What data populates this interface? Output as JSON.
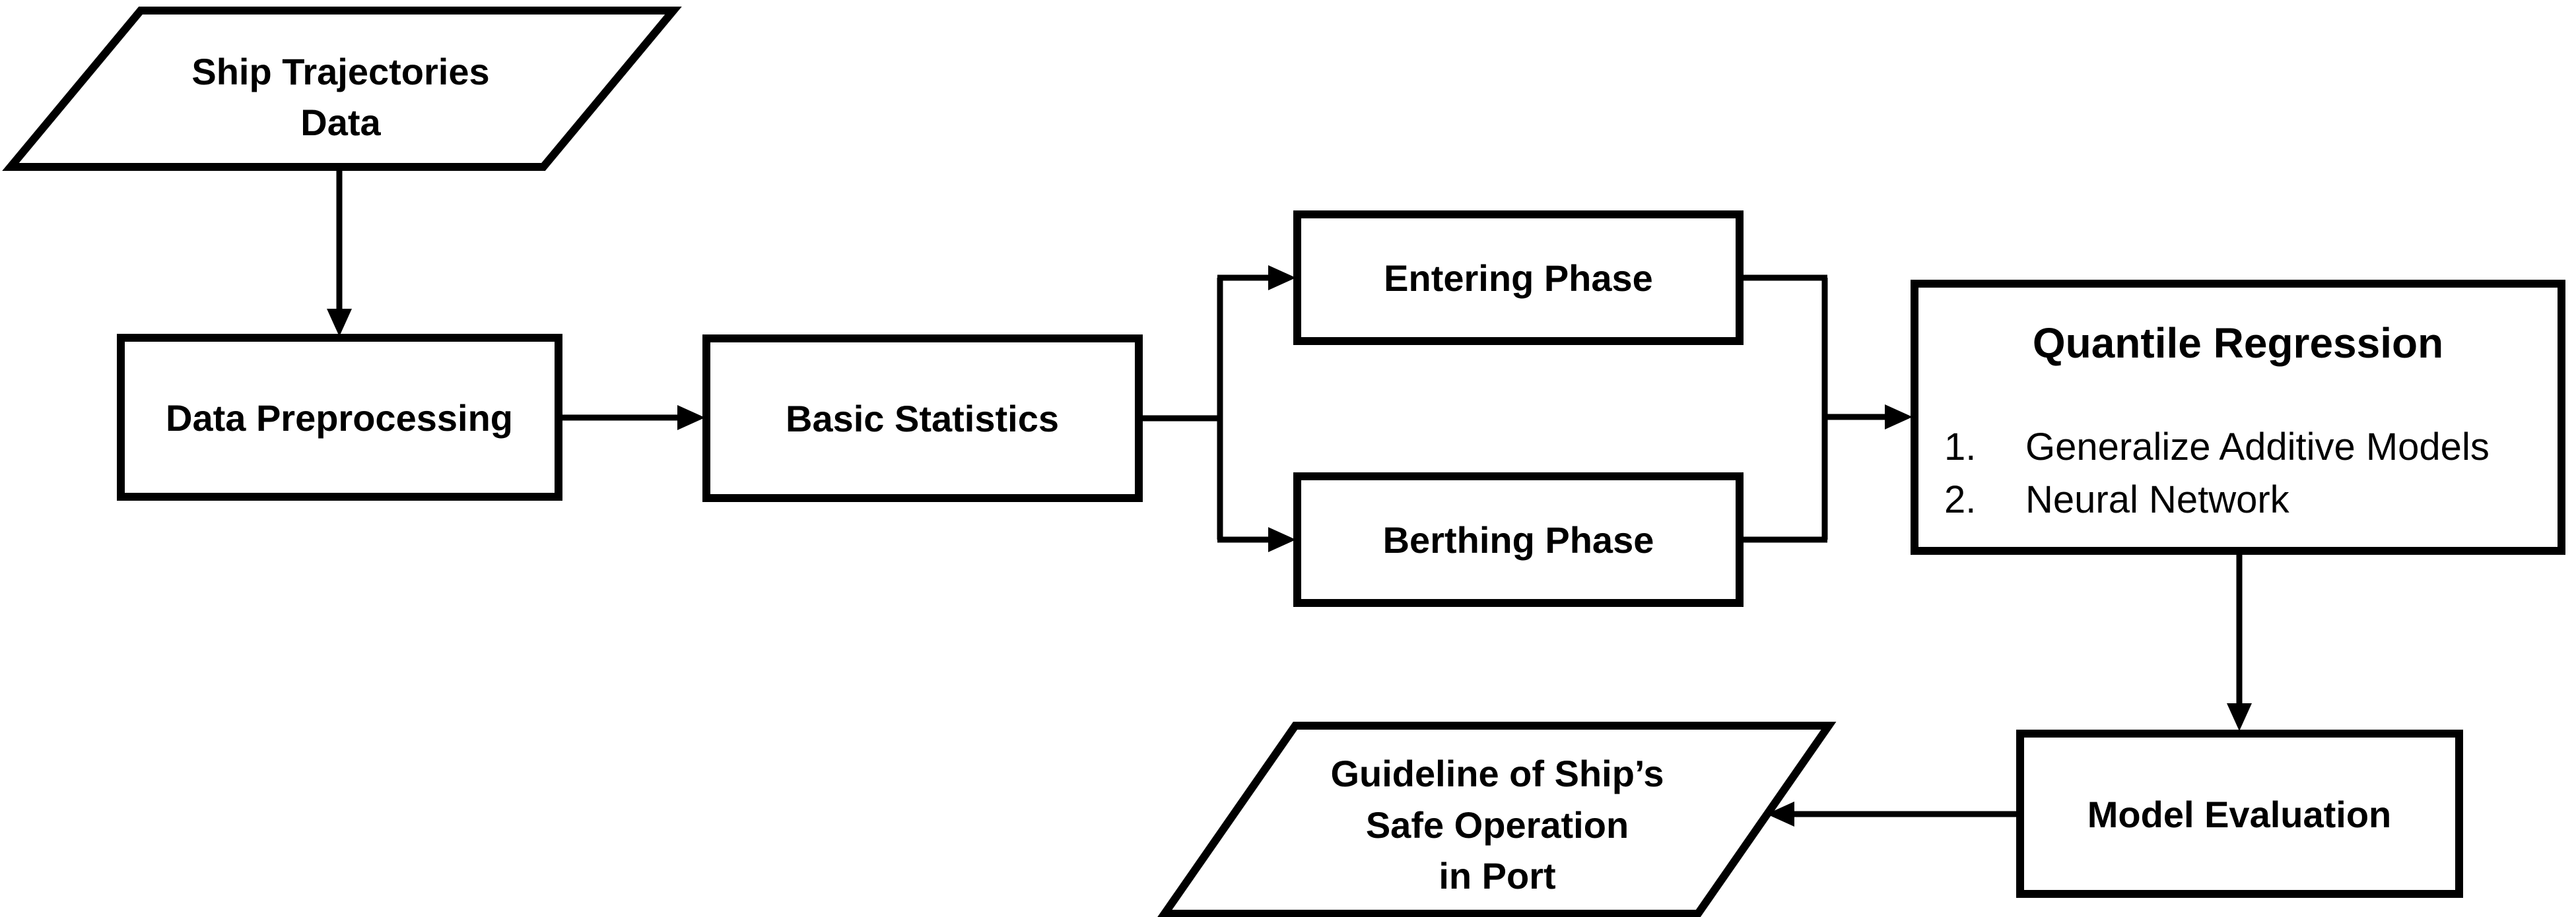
{
  "colors": {
    "stroke": "#000000",
    "background": "#ffffff",
    "text": "#000000"
  },
  "nodes": {
    "ship_data": {
      "shape": "parallelogram",
      "lines": [
        "Ship Trajectories",
        "Data"
      ]
    },
    "preprocessing": {
      "shape": "rectangle",
      "label": "Data Preprocessing"
    },
    "statistics": {
      "shape": "rectangle",
      "label": "Basic Statistics"
    },
    "entering": {
      "shape": "rectangle",
      "label": "Entering Phase"
    },
    "berthing": {
      "shape": "rectangle",
      "label": "Berthing Phase"
    },
    "quantile": {
      "shape": "rectangle",
      "title": "Quantile Regression",
      "items": [
        {
          "num": "1.",
          "text": "Generalize Additive Models"
        },
        {
          "num": "2.",
          "text": "Neural Network"
        }
      ]
    },
    "evaluation": {
      "shape": "rectangle",
      "label": "Model Evaluation"
    },
    "guideline": {
      "shape": "parallelogram",
      "lines": [
        "Guideline of Ship’s",
        "Safe Operation",
        "in Port"
      ]
    }
  }
}
